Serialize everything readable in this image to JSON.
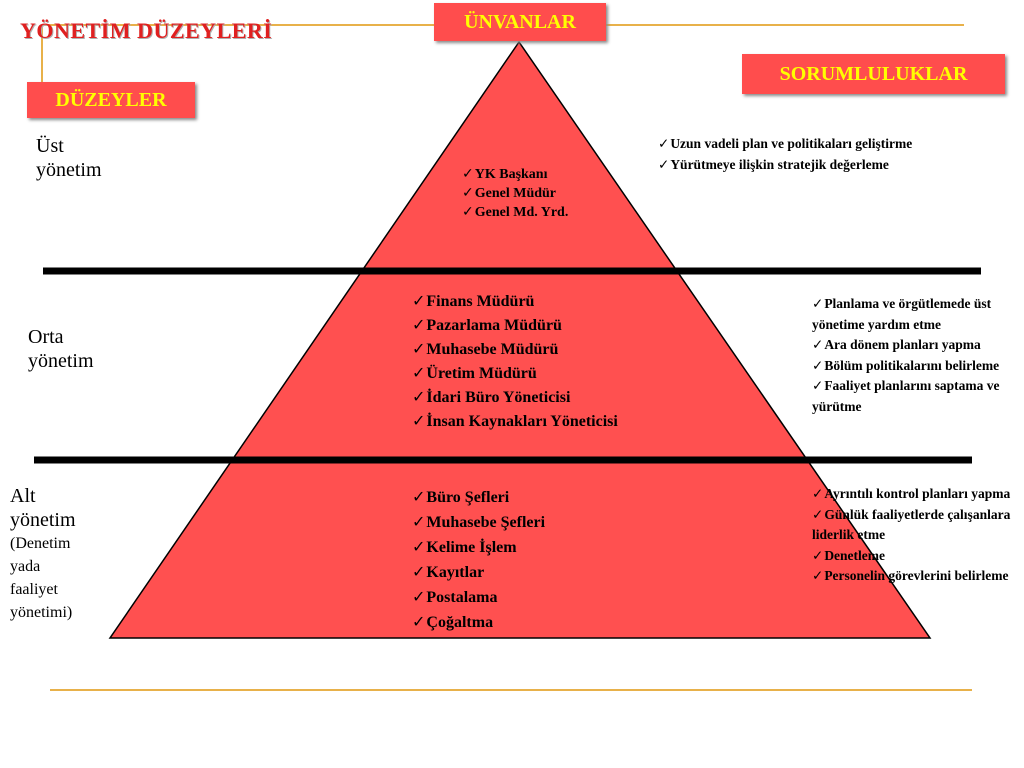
{
  "slide": {
    "title": "YÖNETİM DÜZEYLERİ",
    "header_titles": "ÜNVANLAR",
    "header_levels": "DÜZEYLER",
    "header_responsibilities": "SORUMLULUKLAR"
  },
  "colors": {
    "pyramid_fill": "#ff5050",
    "label_box_fill": "#ff4d4d",
    "label_text": "#ffff00",
    "title_text": "#e02020",
    "guide_line": "#e8b14a",
    "divider": "#000000"
  },
  "levels": [
    {
      "name_line1": "Üst",
      "name_line2": "yönetim",
      "note": [],
      "titles": [
        "YK Başkanı",
        "Genel Müdür",
        "Genel Md. Yrd."
      ],
      "responsibilities": [
        "Uzun vadeli plan ve politikaları geliştirme",
        "Yürütmeye ilişkin stratejik değerleme"
      ]
    },
    {
      "name_line1": "Orta",
      "name_line2": "yönetim",
      "note": [],
      "titles": [
        "Finans Müdürü",
        "Pazarlama Müdürü",
        "Muhasebe Müdürü",
        "Üretim Müdürü",
        "İdari Büro Yöneticisi",
        "İnsan Kaynakları Yöneticisi"
      ],
      "responsibilities": [
        "Planlama ve örgütlemede üst yönetime yardım etme",
        "Ara dönem planları yapma",
        "Bölüm politikalarını belirleme",
        "Faaliyet planlarını saptama ve yürütme"
      ]
    },
    {
      "name_line1": "Alt",
      "name_line2": "yönetim",
      "note": [
        "(Denetim",
        "yada",
        "faaliyet",
        "yönetimi)"
      ],
      "titles": [
        "Büro Şefleri",
        "Muhasebe Şefleri",
        "Kelime İşlem",
        "Kayıtlar",
        "Postalama",
        "Çoğaltma"
      ],
      "responsibilities": [
        "Ayrıntılı kontrol planları yapma",
        "Günlük faaliyetlerde çalışanlara liderlik etme",
        "Denetleme",
        "Personelin görevlerini belirleme"
      ]
    }
  ]
}
